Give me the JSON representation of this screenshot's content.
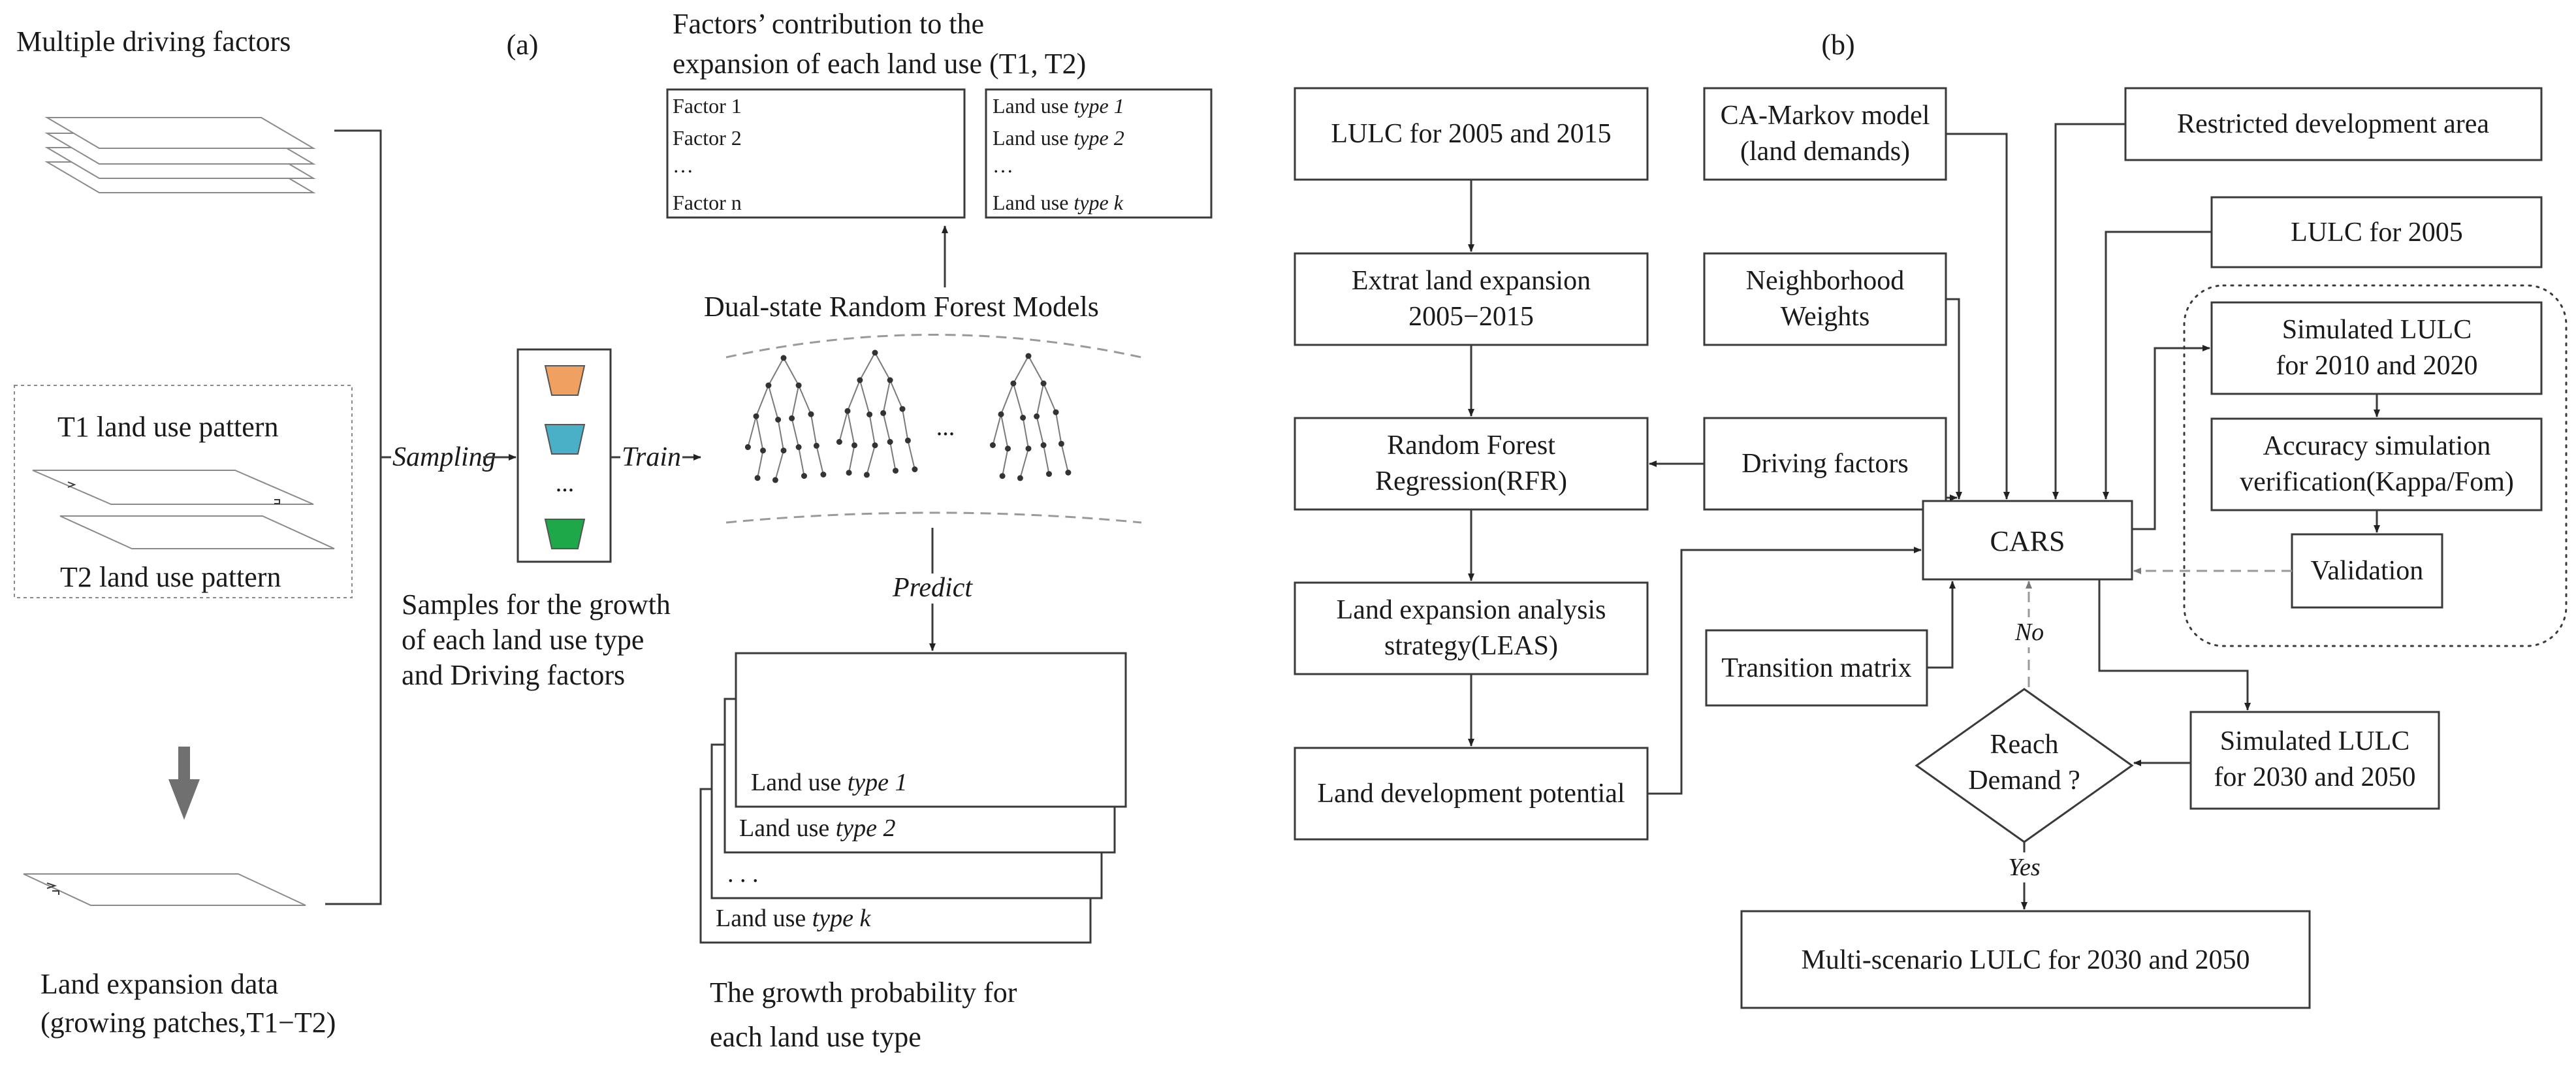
{
  "panel_a": {
    "panel_label": "(a)",
    "driving_factors_label": "Multiple driving factors",
    "t1_label": "T1 land use pattern",
    "t2_label": "T2 land use pattern",
    "expansion_label_1": "Land expansion data",
    "expansion_label_2": "(growing patches,T1−T2)",
    "sampling_label": "Sampling",
    "train_label": "Train",
    "sample_ellipsis": "...",
    "samples_caption": [
      "Samples for the growth",
      "of each land use type",
      "and Driving factors"
    ],
    "contribution_caption": [
      "Factors’ contribution to the",
      "expansion of each land use (T1, T2)"
    ],
    "factor_list": [
      "Factor 1",
      "Factor 2",
      "…",
      "Factor n"
    ],
    "landuse_list": [
      {
        "prefix": "Land use ",
        "type": "type 1"
      },
      {
        "prefix": "Land use ",
        "type": "type 2"
      },
      {
        "prefix": "…",
        "type": ""
      },
      {
        "prefix": "Land use ",
        "type": "type k"
      }
    ],
    "rf_title": "Dual-state Random Forest Models",
    "rf_ellipsis": "...",
    "predict_label": "Predict",
    "prob_cards": [
      {
        "prefix": "Land use ",
        "type": "type 1"
      },
      {
        "prefix": "Land use ",
        "type": "type 2"
      },
      {
        "prefix": ". . .",
        "type": ""
      },
      {
        "prefix": "Land use ",
        "type": "type k"
      }
    ],
    "probability_caption": [
      "The growth probability for",
      "each land use type"
    ],
    "sample_colors": [
      "#f0a060",
      "#4ab0c8",
      "#1fa84a"
    ]
  },
  "panel_b": {
    "panel_label": "(b)",
    "lulc_2005_2015": "LULC for 2005 and 2015",
    "extract_expansion": [
      "Extrat land expansion",
      "2005−2015"
    ],
    "rfr": [
      "Random Forest",
      "Regression(RFR)"
    ],
    "leas": [
      "Land expansion analysis",
      "strategy(LEAS)"
    ],
    "land_dev_potential": "Land development potential",
    "ca_markov": [
      "CA-Markov model",
      "(land demands)"
    ],
    "neighborhood": [
      "Neighborhood",
      "Weights"
    ],
    "driving_factors": "Driving factors",
    "transition_matrix": "Transition matrix",
    "restricted_area": "Restricted development area",
    "lulc_2005": "LULC for 2005",
    "simulated_2010_2020": [
      "Simulated LULC",
      "for 2010 and 2020"
    ],
    "accuracy": [
      "Accuracy simulation",
      "verification(Kappa/Fom)"
    ],
    "validation": "Validation",
    "cars": "CARS",
    "no_label": "No",
    "reach_demand": [
      "Reach",
      "Demand ?"
    ],
    "yes_label": "Yes",
    "simulated_2030_2050": [
      "Simulated LULC",
      "for 2030 and 2050"
    ],
    "multi_scenario": "Multi-scenario LULC for 2030 and 2050"
  }
}
